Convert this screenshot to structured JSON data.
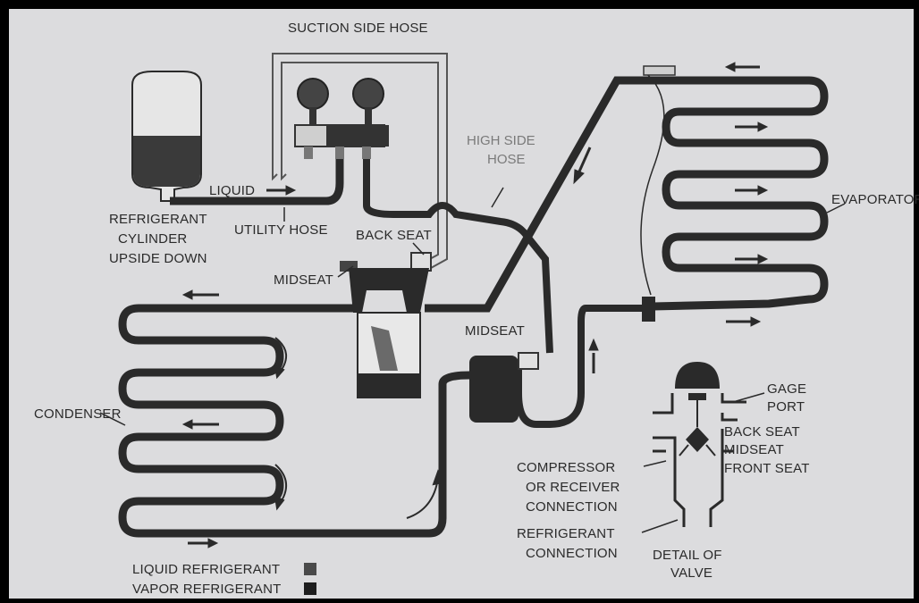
{
  "diagram": {
    "labels": {
      "suction_side_hose": "SUCTION SIDE HOSE",
      "high_side_hose_1": "HIGH SIDE",
      "high_side_hose_2": "HOSE",
      "liquid": "LIQUID",
      "refrigerant_cylinder_1": "REFRIGERANT",
      "refrigerant_cylinder_2": "CYLINDER",
      "refrigerant_cylinder_3": "UPSIDE DOWN",
      "utility_hose": "UTILITY HOSE",
      "back_seat": "BACK SEAT",
      "midseat_compressor": "MIDSEAT",
      "midseat_receiver": "MIDSEAT",
      "evaporator": "EVAPORATOR",
      "condenser": "CONDENSER",
      "gage_port_1": "GAGE",
      "gage_port_2": "PORT",
      "valve_back_seat": "BACK SEAT",
      "valve_midseat": "MIDSEAT",
      "valve_front_seat": "FRONT SEAT",
      "compressor_conn_1": "COMPRESSOR",
      "compressor_conn_2": "OR RECEIVER",
      "compressor_conn_3": "CONNECTION",
      "refrigerant_conn_1": "REFRIGERANT",
      "refrigerant_conn_2": "CONNECTION",
      "detail_valve_1": "DETAIL OF",
      "detail_valve_2": "VALVE"
    },
    "legend": {
      "liquid": "LIQUID REFRIGERANT",
      "vapor": "VAPOR REFRIGERANT"
    },
    "colors": {
      "background": "#dcdcde",
      "line": "#2a2a2a",
      "liquid_swatch": "#4a4a4a",
      "vapor_swatch": "#1e1e1e"
    }
  }
}
